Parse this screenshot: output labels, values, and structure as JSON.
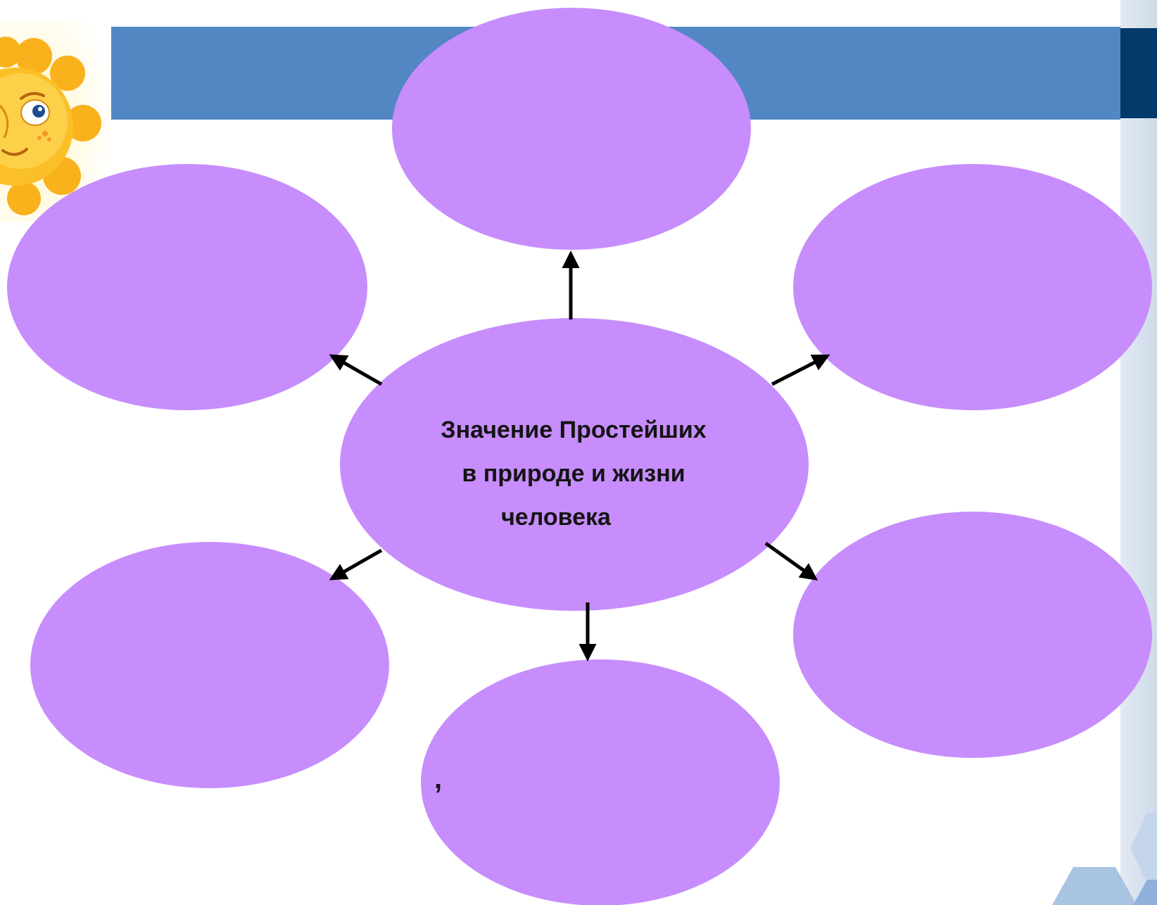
{
  "diagram": {
    "center_lines": [
      "Значение Простейших",
      "в природе и жизни",
      "человека"
    ],
    "bottom_node_mark": ",",
    "colors": {
      "node_fill": "#c78dfc",
      "header_bar": "#5387c4",
      "header_bar_dark": "#043a6a",
      "arrow": "#000000",
      "sun": "#f9b21c"
    }
  }
}
